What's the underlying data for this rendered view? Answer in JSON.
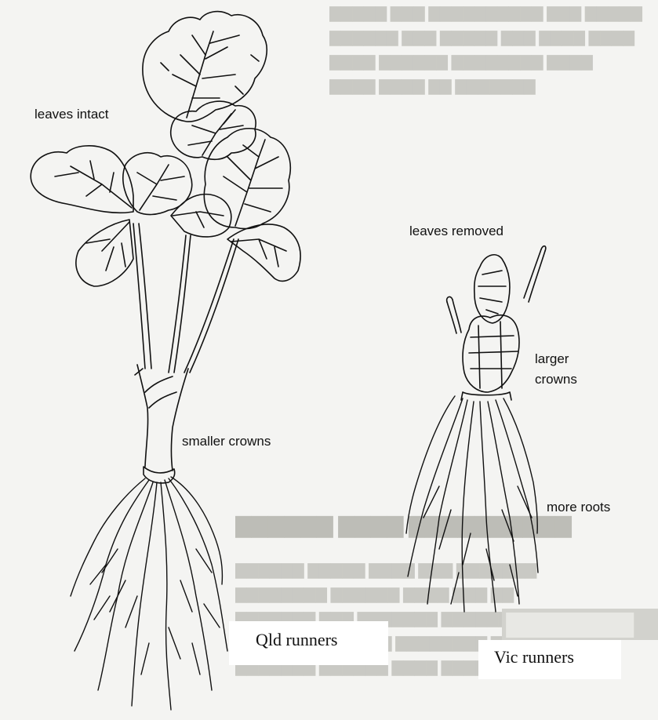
{
  "labels": {
    "leaves_intact": "leaves intact",
    "smaller_crowns": "smaller crowns",
    "leaves_removed": "leaves removed",
    "larger_crowns_line1": "larger",
    "larger_crowns_line2": "crowns",
    "more_roots": "more roots"
  },
  "captions": {
    "qld": "Qld runners",
    "vic": "Vic runners"
  },
  "colors": {
    "ink": "#111111",
    "paper": "#f4f4f2",
    "bleed_through": "#c9c9c4"
  }
}
